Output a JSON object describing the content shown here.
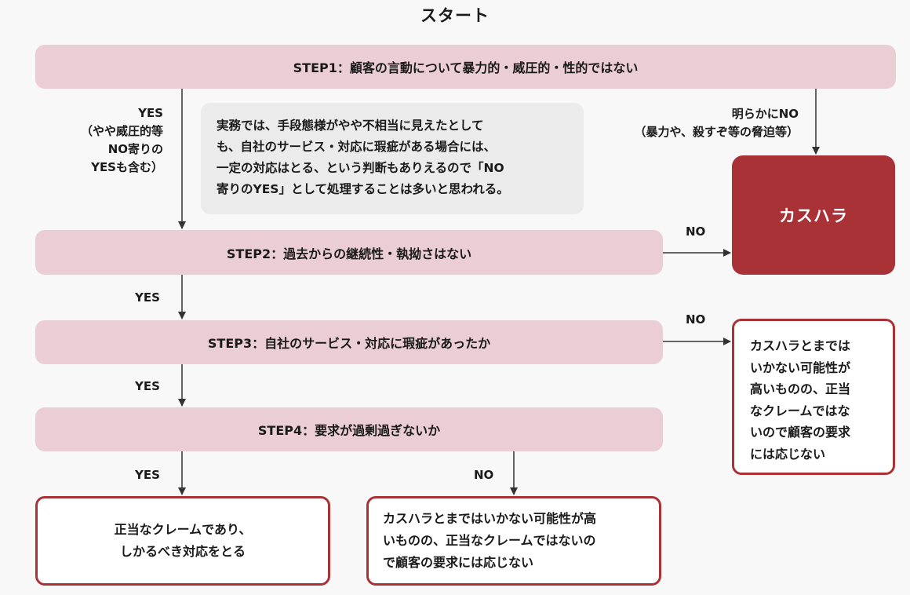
{
  "title": "スタート",
  "steps": [
    {
      "label": "STEP1：顧客の言動について暴力的・威圧的・性的ではない"
    },
    {
      "label": "STEP2：過去からの継続性・執拗さはない"
    },
    {
      "label": "STEP3：自社のサービス・対応に瑕疵があったか"
    },
    {
      "label": "STEP4：要求が過剰過ぎないか"
    }
  ],
  "note": {
    "lines": [
      "実務では、手段態様がやや不相当に見えたとして",
      "も、自社のサービス・対応に瑕疵がある場合には、",
      "一定の対応はとる、という判断もありえるので「NO",
      "寄りのYES」として処理することは多いと思われる。"
    ]
  },
  "edge_labels": {
    "step1_yes": [
      "YES",
      "（やや威圧的等",
      "NO寄りの",
      "YESも含む）"
    ],
    "step1_no": [
      "明らかにNO",
      "（暴力や、殺すぞ等の脅迫等）"
    ],
    "step2_yes": "YES",
    "step2_no": "NO",
    "step3_yes": "YES",
    "step3_no": "NO",
    "step4_yes": "YES",
    "step4_no": "NO"
  },
  "outcomes": {
    "kasuhara": "カスハラ",
    "step3_no": [
      "カスハラとまでは",
      "いかない可能性が",
      "高いものの、正当",
      "なクレームではな",
      "いので顧客の要求",
      "には応じない"
    ],
    "step4_yes": [
      "正当なクレームであり、",
      "しかるべき対応をとる"
    ],
    "step4_no": [
      "カスハラとまではいかない可能性が高",
      "いものの、正当なクレームではないの",
      "で顧客の要求には応じない"
    ]
  },
  "colors": {
    "step_fill": "#ebcdd6",
    "note_fill": "#ebebeb",
    "kasuhara_fill": "#a83236",
    "outcome_border": "#a83236",
    "background": "#f8f8f8",
    "line": "#333333"
  }
}
